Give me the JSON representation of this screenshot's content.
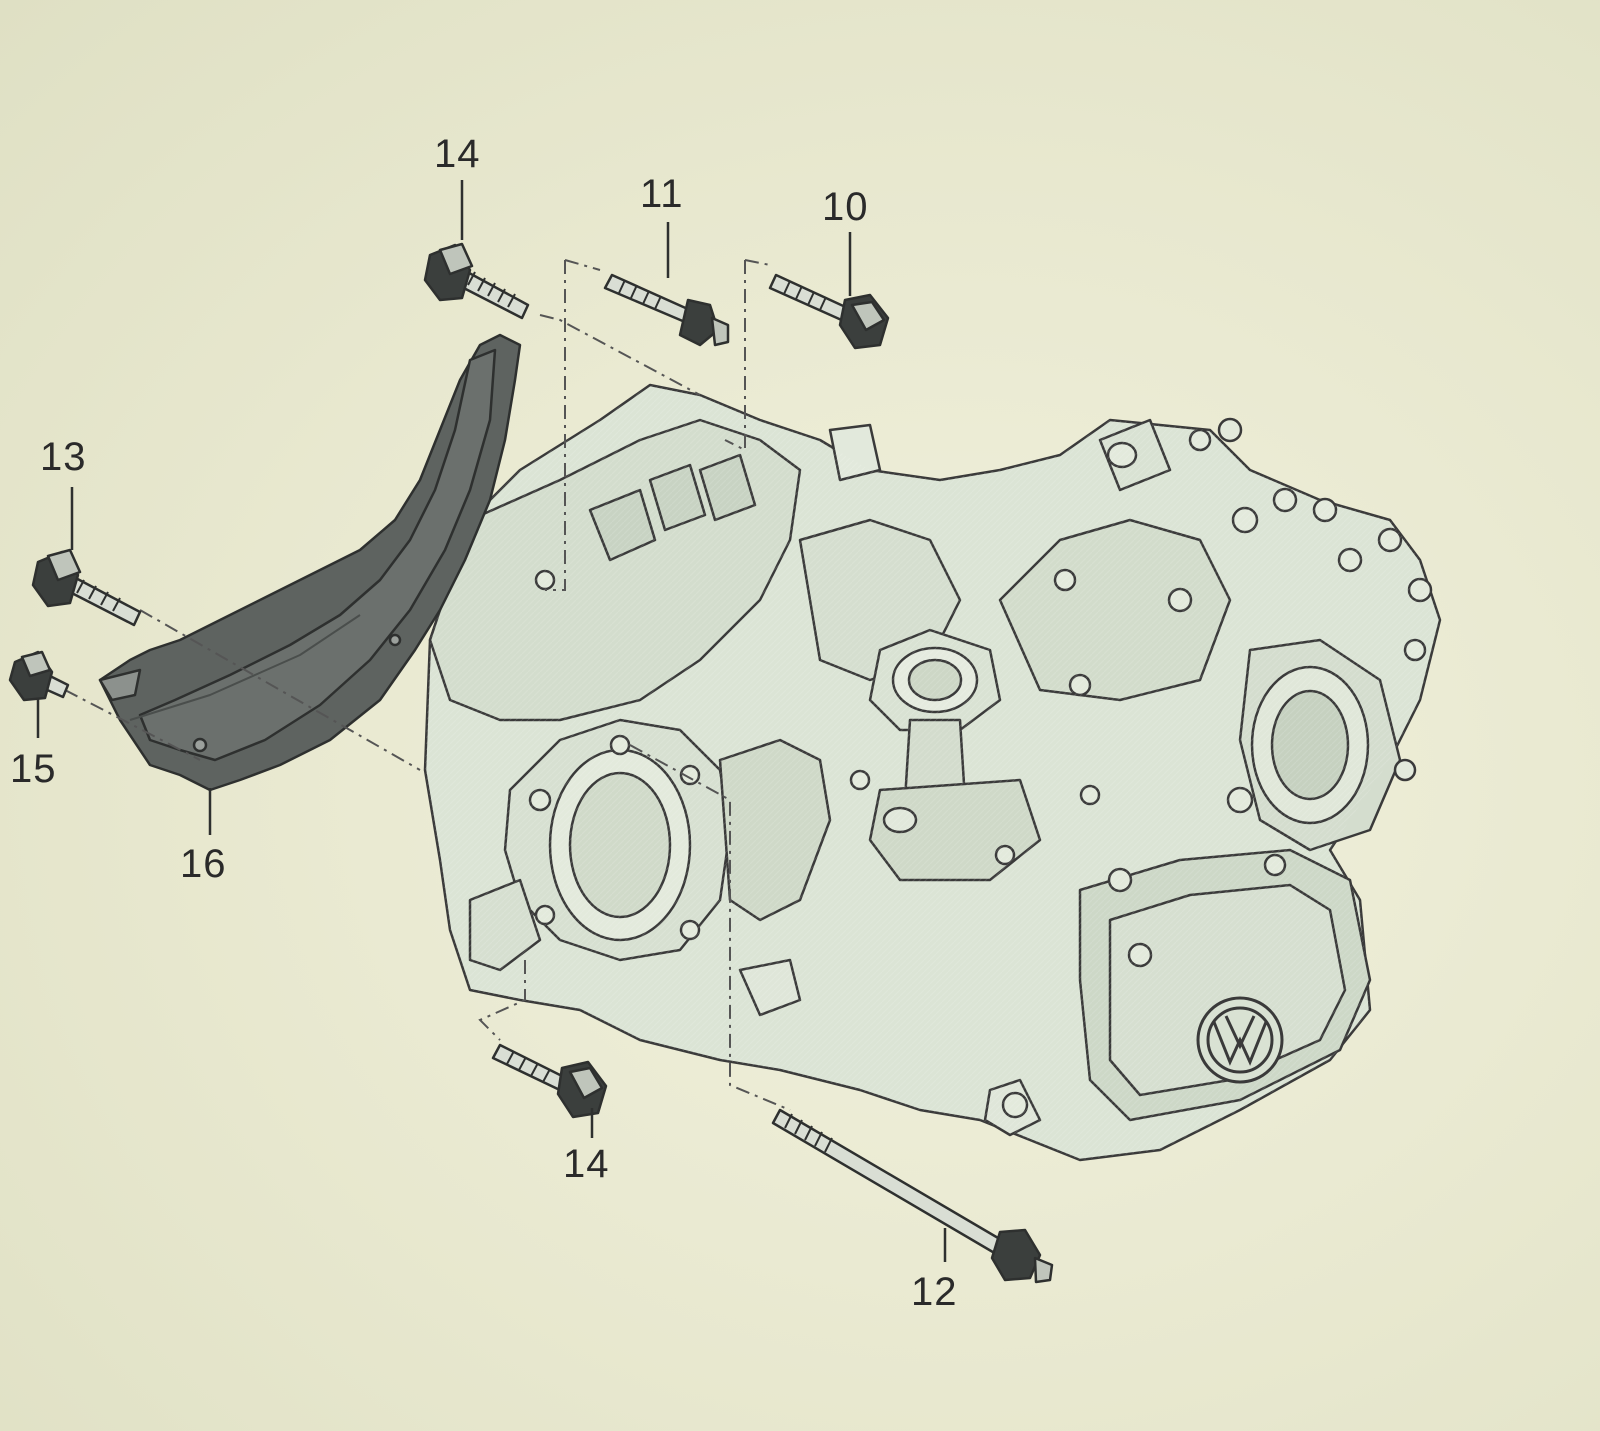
{
  "diagram": {
    "callouts": {
      "c14_top": "14",
      "c11": "11",
      "c10": "10",
      "c13": "13",
      "c15": "15",
      "c16": "16",
      "c14_bottom": "14",
      "c12": "12"
    },
    "colors": {
      "background": "#e9e9d2",
      "housing_fill": "#dbe4d5",
      "housing_shade": "#c8d3c3",
      "outline": "#3a3a3a",
      "shield_fill": "#5e6360",
      "bolt_fill": "#d9ded4",
      "bolt_dark": "#3b3f3d"
    },
    "logo": "vw-logo"
  }
}
